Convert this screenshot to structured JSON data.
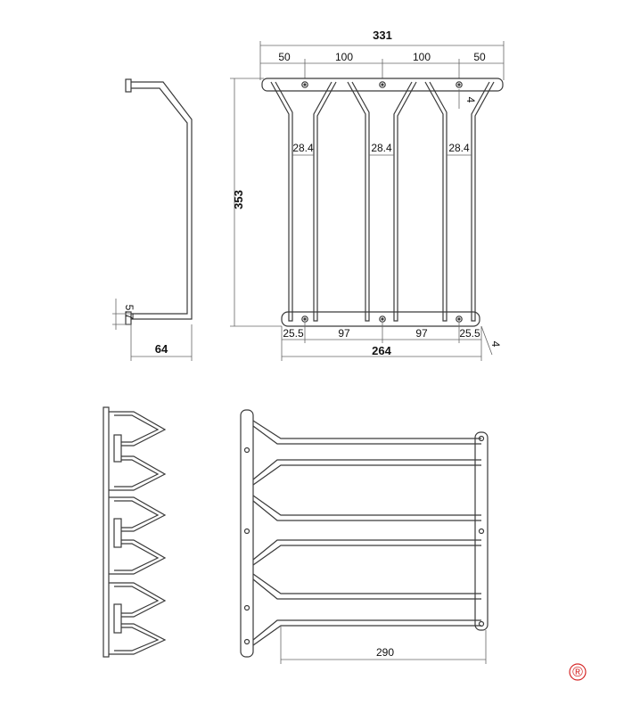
{
  "colors": {
    "line": "#3a3a3a",
    "thin": "#666666",
    "accent": "#d62a2a"
  },
  "dimensions": {
    "overall_width": "331",
    "top_seg_1": "50",
    "top_seg_2": "100",
    "top_seg_3": "100",
    "top_seg_4": "50",
    "height": "353",
    "depth": "64",
    "tab_thickness": "5.7",
    "tine_gap_1": "28.4",
    "tine_gap_2": "28.4",
    "tine_gap_3": "28.4",
    "top_offset": "4",
    "bottom_offset": "4",
    "bottom_seg_1": "25.5",
    "bottom_seg_2": "97",
    "bottom_seg_3": "97",
    "bottom_seg_4": "25.5",
    "bottom_width": "264",
    "arm_length": "290"
  },
  "registered_mark": "®"
}
